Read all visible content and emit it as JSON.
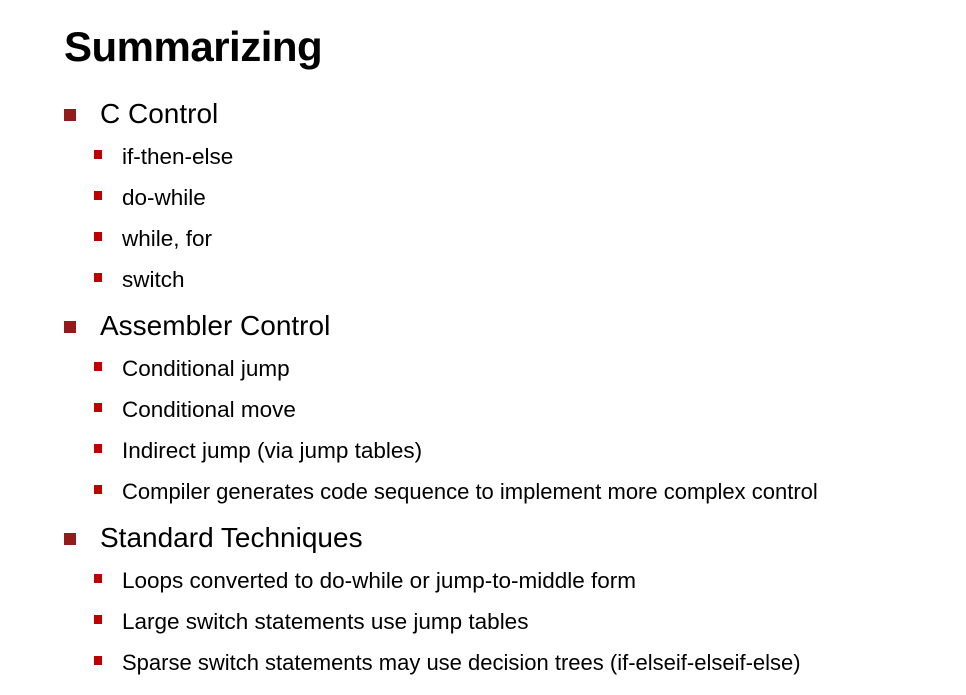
{
  "slide": {
    "title": "Summarizing",
    "colors": {
      "level1_bullet": "#941b1b",
      "level2_bullet": "#c00000"
    },
    "sections": [
      {
        "heading": "C Control",
        "items": [
          "if-then-else",
          "do-while",
          "while, for",
          "switch"
        ]
      },
      {
        "heading": "Assembler Control",
        "items": [
          "Conditional jump",
          "Conditional move",
          "Indirect jump (via jump tables)",
          "Compiler generates code sequence to implement more complex control"
        ]
      },
      {
        "heading": "Standard Techniques",
        "items": [
          "Loops converted to do-while or jump-to-middle form",
          "Large switch statements use jump tables",
          "Sparse switch statements may use decision trees (if-elseif-elseif-else)"
        ]
      }
    ]
  }
}
